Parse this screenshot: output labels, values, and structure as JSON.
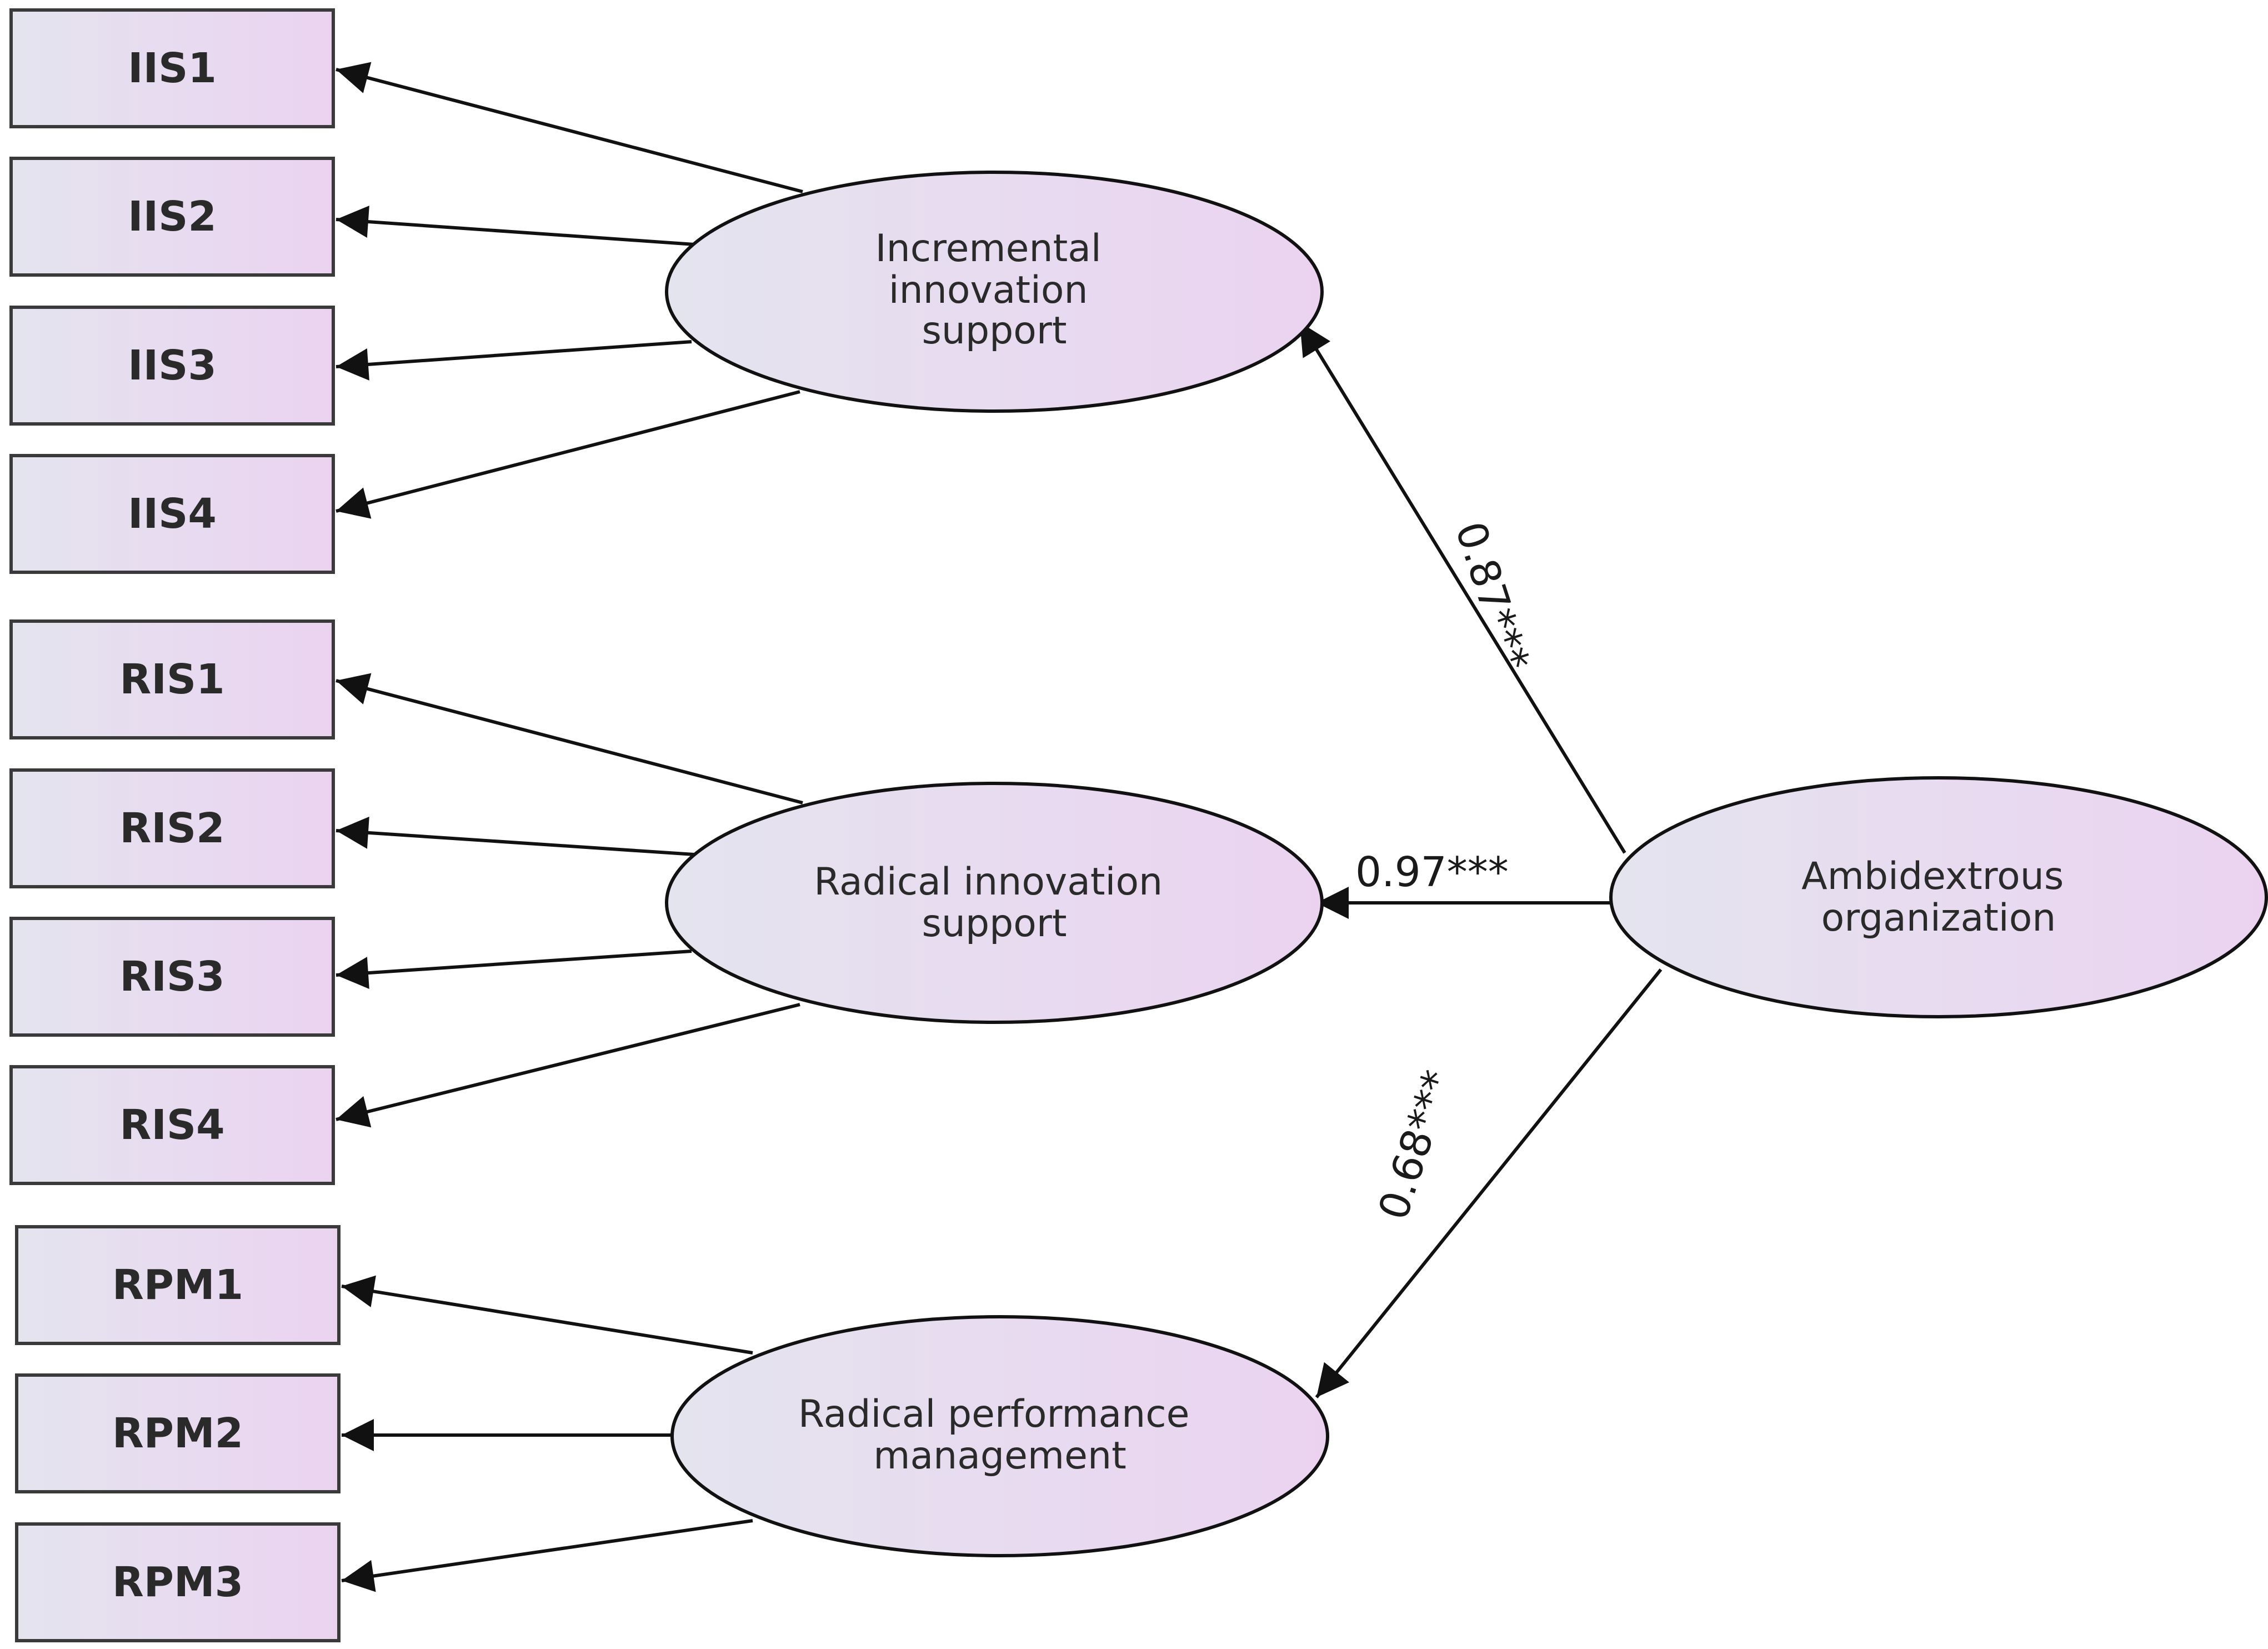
{
  "indicators": {
    "iis1": "IIS1",
    "iis2": "IIS2",
    "iis3": "IIS3",
    "iis4": "IIS4",
    "ris1": "RIS1",
    "ris2": "RIS2",
    "ris3": "RIS3",
    "ris4": "RIS4",
    "rpm1": "RPM1",
    "rpm2": "RPM2",
    "rpm3": "RPM3"
  },
  "constructs": {
    "incremental": [
      "Incremental",
      "innovation",
      "support"
    ],
    "radical_support": [
      "Radical innovation",
      "support"
    ],
    "radical_perf": [
      "Radical performance",
      "management"
    ],
    "ambidextrous": [
      "Ambidextrous",
      "organization"
    ]
  },
  "paths": {
    "to_incremental": "0.87***",
    "to_radical_support": "0.97***",
    "to_radical_perf": "0.68***"
  },
  "colors": {
    "fill_start": "#e4e4ef",
    "fill_end": "#ebd3f0",
    "stroke": "#111111"
  }
}
